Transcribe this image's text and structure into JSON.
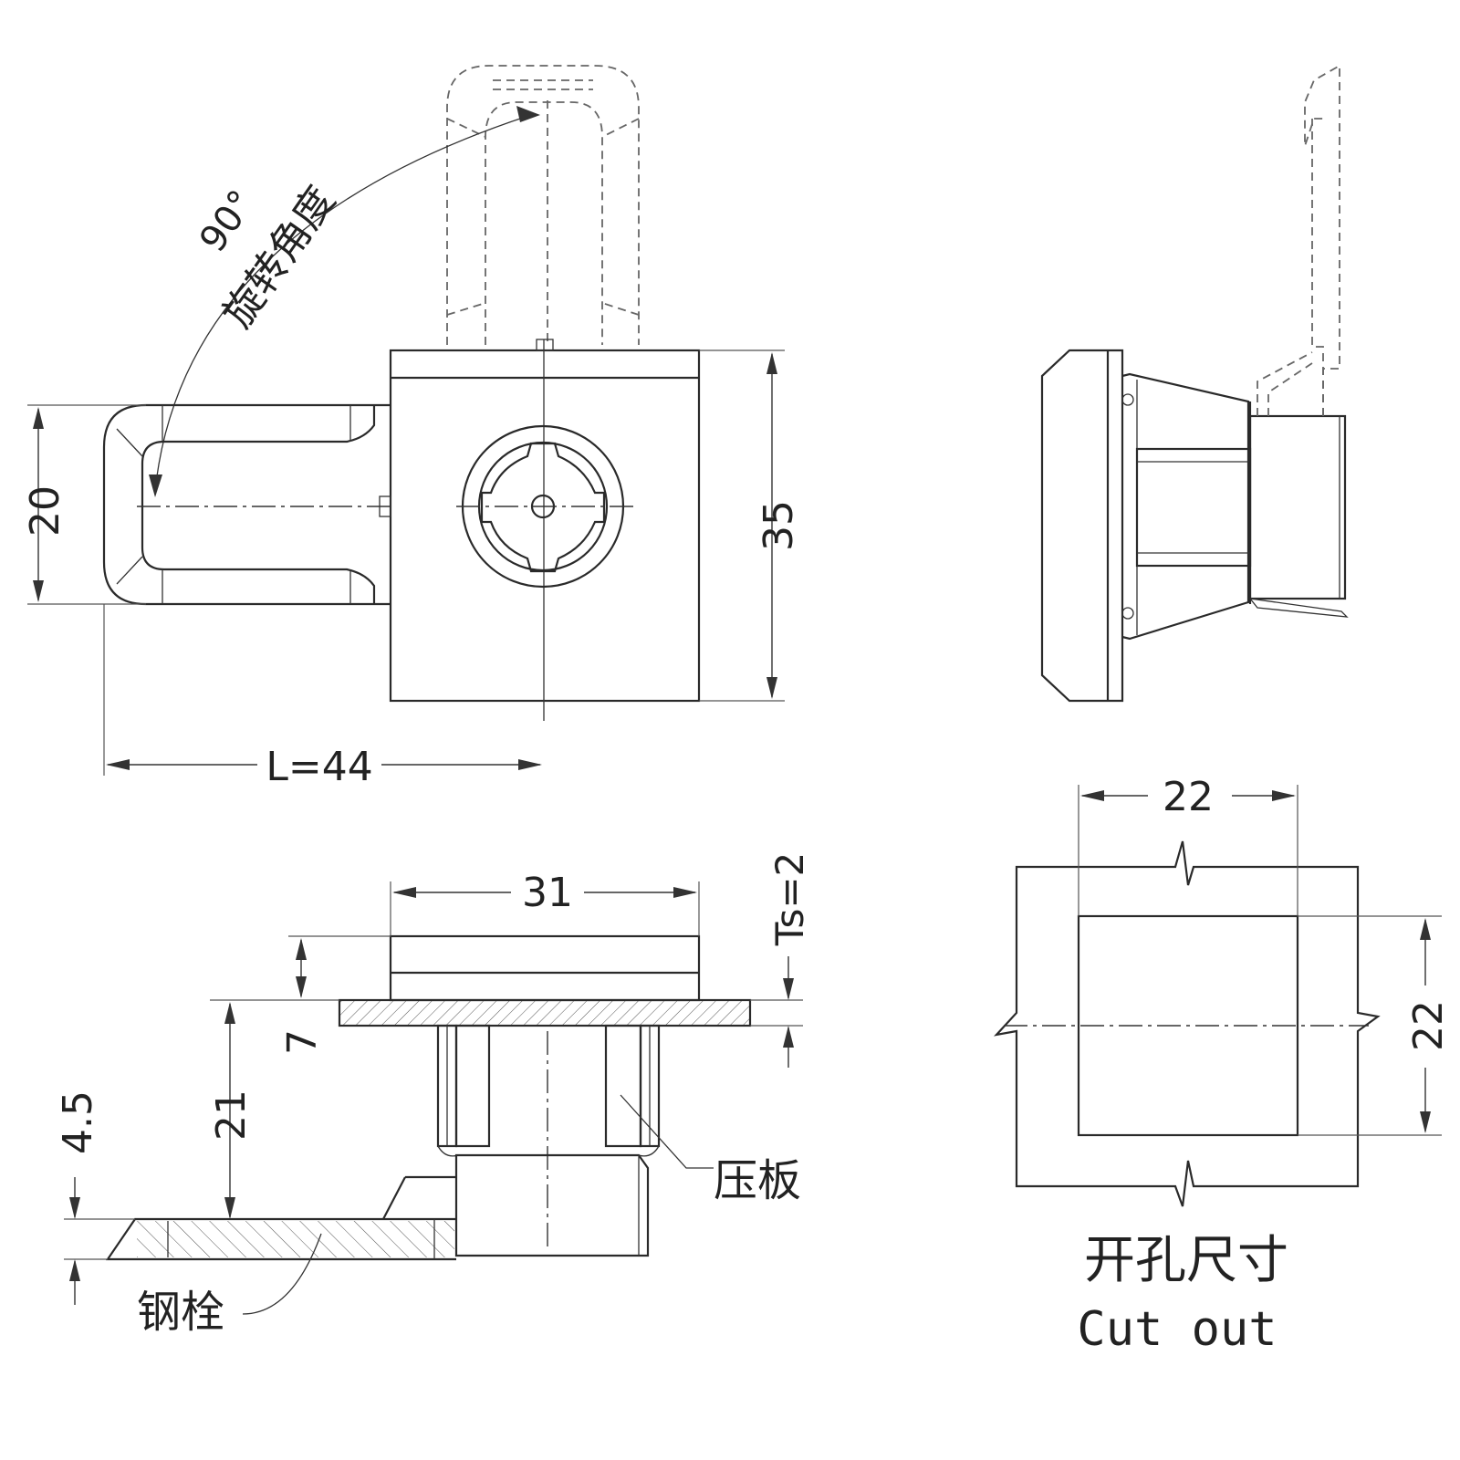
{
  "front_view": {
    "rotation_angle": "90°",
    "rotation_label": "旋转角度",
    "dim_height": "20",
    "dim_body": "35",
    "dim_length": "L=44"
  },
  "section_view": {
    "dim_width": "31",
    "dim_panel": "Ts=2",
    "dim_7": "7",
    "dim_21": "21",
    "dim_45": "4.5",
    "label_plate": "压板",
    "label_bolt": "钢栓"
  },
  "cutout": {
    "dim_w": "22",
    "dim_h": "22",
    "title_cn": "开孔尺寸",
    "title_en": "Cut out"
  }
}
